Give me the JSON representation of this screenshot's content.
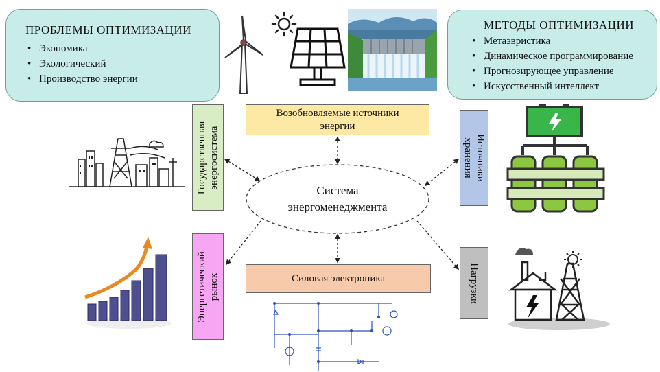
{
  "problems": {
    "title": "ПРОБЛЕМЫ ОПТИМИЗАЦИИ",
    "items": [
      "Экономика",
      "Экологический",
      "Производство энергии"
    ]
  },
  "methods": {
    "title": "МЕТОДЫ ОПТИМИЗАЦИИ",
    "items": [
      "Метаэвристика",
      "Динамическое программирование",
      "Прогнозирующее управление",
      "Искусственный интеллект"
    ]
  },
  "center": {
    "line1": "Система",
    "line2": "энергоменеджмента"
  },
  "renewables": {
    "line1": "Возобновляемые источники",
    "line2": "энергии"
  },
  "grid": {
    "line1": "Государственная",
    "line2": "энергосистема"
  },
  "storage": {
    "line1": "Источники",
    "line2": "хранения"
  },
  "market": {
    "line1": "Энергетический",
    "line2": "рынок"
  },
  "electronics": {
    "label": "Силовая электроника"
  },
  "loads": {
    "label": "Нагрузки"
  },
  "colors": {
    "teal_box": "#c8ece8",
    "yellow_box": "#fde9a4",
    "green_box": "#d8edc4",
    "blue_box": "#b4c6e7",
    "pink_box": "#f6a6f2",
    "orange_box": "#f7caac",
    "gray_box": "#bfbfbf"
  }
}
